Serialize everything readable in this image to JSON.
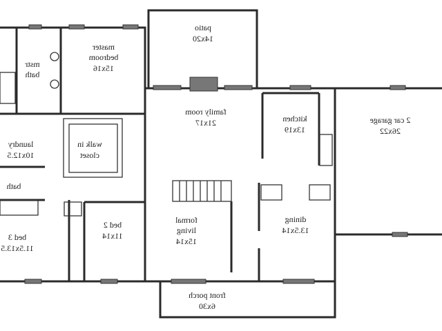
{
  "plan": {
    "mirrored": true,
    "rooms": {
      "patio": {
        "name": "patio",
        "size": "14x20"
      },
      "master_bedroom": {
        "name1": "master",
        "name2": "bedroom",
        "size": "15x16"
      },
      "mstr_bath": {
        "name1": "mstr",
        "name2": "bath"
      },
      "family_room": {
        "name": "family room",
        "size": "21x17"
      },
      "kitchen": {
        "name": "kitchen",
        "size": "13x19"
      },
      "garage": {
        "name": "2 car garage",
        "size": "26x22"
      },
      "laundry": {
        "name": "laundry",
        "size": "10x12.5"
      },
      "walk_in_closet": {
        "name1": "walk in",
        "name2": "closet"
      },
      "bath": {
        "name": "bath"
      },
      "bed3": {
        "name": "bed 3",
        "size": "11.5x13.5"
      },
      "bed2": {
        "name": "bed 2",
        "size": "11x14"
      },
      "formal_living": {
        "name1": "formal",
        "name2": "living",
        "size": "15x14"
      },
      "dining": {
        "name": "dining",
        "size": "13.5x14"
      },
      "front_porch": {
        "name": "front porch",
        "size": "6x30"
      }
    }
  }
}
